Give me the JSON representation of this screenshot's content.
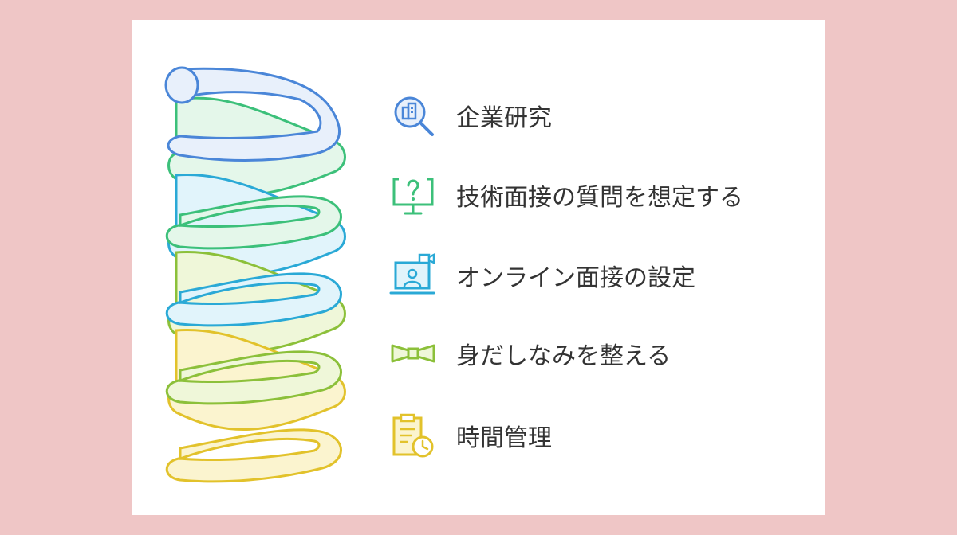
{
  "colors": {
    "background": "#efc6c6",
    "card": "#ffffff",
    "text": "#333333"
  },
  "steps": [
    {
      "label": "企業研究",
      "icon": "building-search-icon",
      "stroke": "#4a86d8",
      "fill": "#e8f0fb"
    },
    {
      "label": "技術面接の質問を想定する",
      "icon": "monitor-question-icon",
      "stroke": "#3cc07a",
      "fill": "#e4f7ea"
    },
    {
      "label": "オンライン面接の設定",
      "icon": "laptop-video-call-icon",
      "stroke": "#2aa9d6",
      "fill": "#e1f4fb"
    },
    {
      "label": "身だしなみを整える",
      "icon": "bow-tie-icon",
      "stroke": "#8cc03a",
      "fill": "#eff7d9"
    },
    {
      "label": "時間管理",
      "icon": "clipboard-clock-icon",
      "stroke": "#e2c22b",
      "fill": "#fbf4cf"
    }
  ]
}
